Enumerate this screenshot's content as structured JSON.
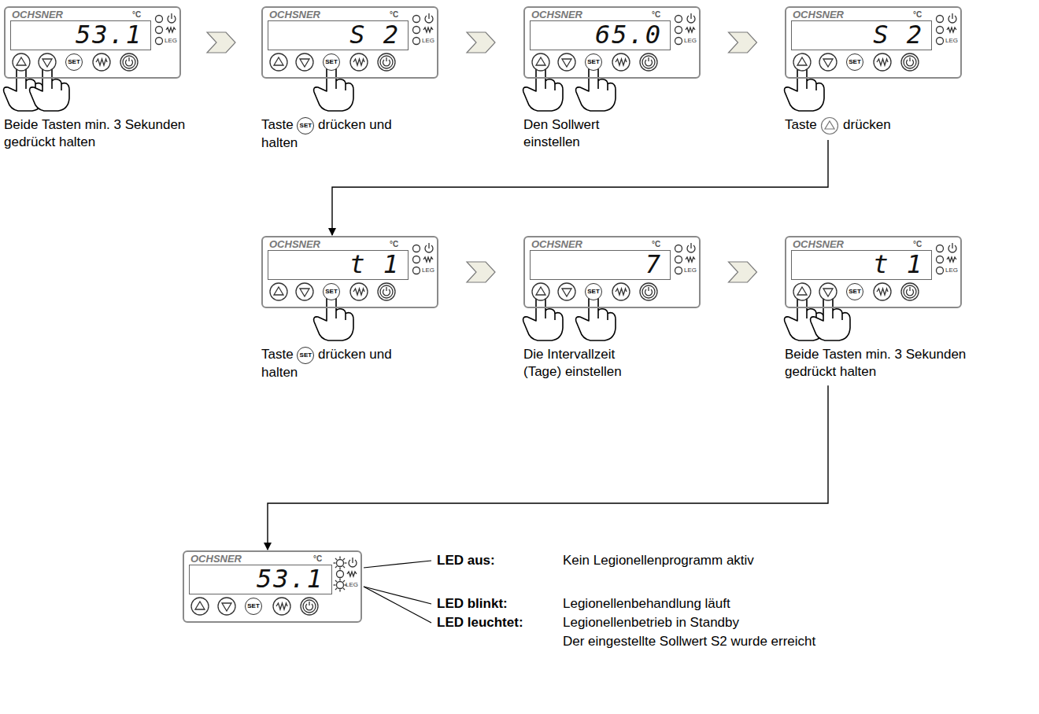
{
  "diagram": {
    "nodes": [
      {
        "text": [
          "OCHSNER",
          "°C",
          "53.1",
          "SET",
          "LEG",
          "Beide Tasten min. 3 Sekunden gedrückt halten"
        ]
      },
      {
        "text": [
          "OCHSNER",
          "°C",
          "S 2",
          "SET",
          "LEG",
          "Taste",
          "SET",
          "drücken und halten"
        ]
      },
      {
        "text": [
          "OCHSNER",
          "°C",
          "65.0",
          "SET",
          "LEG",
          "Den Sollwert einstellen"
        ]
      },
      {
        "text": [
          "OCHSNER",
          "°C",
          "S 2",
          "SET",
          "LEG",
          "Taste",
          "drücken"
        ]
      },
      {
        "text": [
          "OCHSNER",
          "°C",
          "t 1",
          "SET",
          "LEG",
          "Taste",
          "SET",
          "drücken und halten"
        ]
      },
      {
        "text": [
          "OCHSNER",
          "°C",
          "7",
          "SET",
          "LEG",
          "Die Intervallzeit (Tage) einstellen"
        ]
      },
      {
        "text": [
          "OCHSNER",
          "°C",
          "t 1",
          "SET",
          "LEG",
          "Beide Tasten min. 3 Sekunden gedrückt halten"
        ]
      },
      {
        "text": [
          "OCHSNER",
          "°C",
          "53.1",
          "SET",
          "LEG"
        ]
      }
    ],
    "edges": [
      {
        "from": 0,
        "to": 1,
        "arrow": "to"
      },
      {
        "from": 1,
        "to": 2,
        "arrow": "to"
      },
      {
        "from": 2,
        "to": 3,
        "arrow": "to"
      },
      {
        "from": 3,
        "to": 4,
        "arrow": "to"
      },
      {
        "from": 4,
        "to": 5,
        "arrow": "to"
      },
      {
        "from": 5,
        "to": 6,
        "arrow": "to"
      },
      {
        "from": 6,
        "to": 7,
        "arrow": "to"
      }
    ],
    "labels": [
      "LED aus:",
      "Kein Legionellenprogramm aktiv",
      "LED blinkt:",
      "Legionellenbehandlung läuft",
      "LED leuchtet:",
      "Legionellenbetrieb in Standby",
      "Der eingestellte Sollwert S2 wurde erreicht"
    ]
  }
}
